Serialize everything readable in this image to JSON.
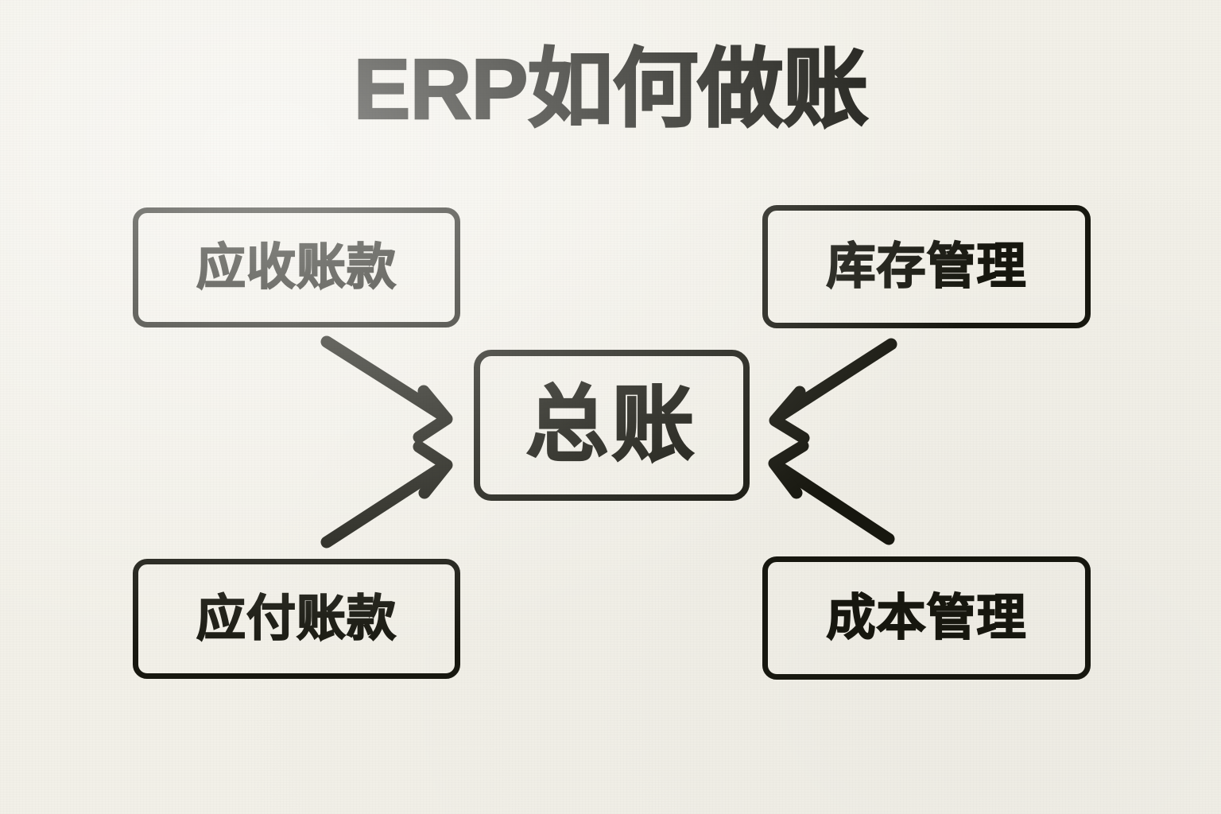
{
  "page": {
    "background_color": "#f2f0e8",
    "ink_color": "#17170f",
    "title": "ERP如何做账"
  },
  "diagram": {
    "type": "flow-convergence",
    "center": {
      "id": "general-ledger",
      "label": "总账"
    },
    "nodes": [
      {
        "id": "accounts-receivable",
        "label": "应收账款",
        "position": "top-left"
      },
      {
        "id": "inventory-management",
        "label": "库存管理",
        "position": "top-right"
      },
      {
        "id": "accounts-payable",
        "label": "应付账款",
        "position": "bottom-left"
      },
      {
        "id": "cost-management",
        "label": "成本管理",
        "position": "bottom-right"
      }
    ],
    "edges": [
      {
        "from": "accounts-receivable",
        "to": "general-ledger",
        "direction": "down-right",
        "arrowhead": "end"
      },
      {
        "from": "inventory-management",
        "to": "general-ledger",
        "direction": "down-left",
        "arrowhead": "end"
      },
      {
        "from": "accounts-payable",
        "to": "general-ledger",
        "direction": "up-right",
        "arrowhead": "end"
      },
      {
        "from": "cost-management",
        "to": "general-ledger",
        "direction": "up-left",
        "arrowhead": "end"
      }
    ]
  }
}
